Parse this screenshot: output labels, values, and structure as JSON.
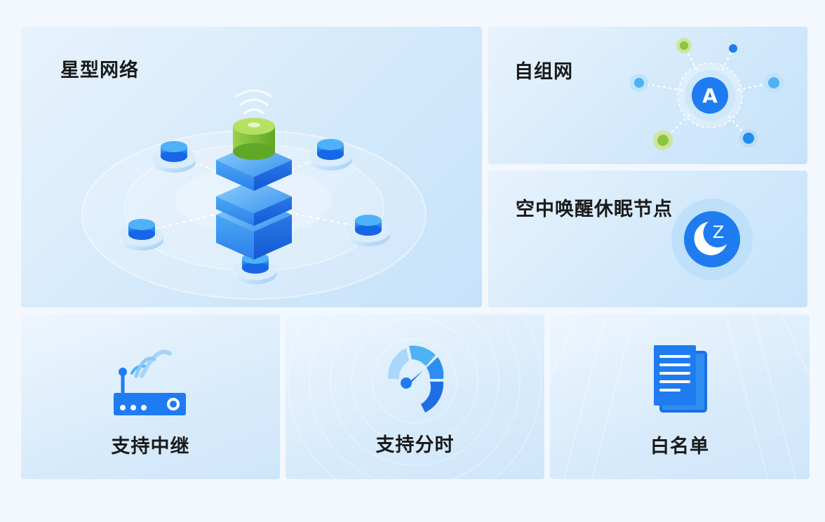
{
  "features": {
    "star_network": {
      "title": "星型网络",
      "icon": "star-topology-icon"
    },
    "self_mesh": {
      "title": "自组网",
      "center_badge": "A",
      "icon": "mesh-network-icon"
    },
    "wake_sleep": {
      "title": "空中唤醒休眠节点",
      "badge_letter": "Z",
      "icon": "moon-sleep-icon"
    },
    "relay": {
      "title": "支持中继",
      "icon": "wifi-router-icon"
    },
    "time_share": {
      "title": "支持分时",
      "icon": "speedometer-icon"
    },
    "whitelist": {
      "title": "白名单",
      "icon": "document-list-icon"
    }
  },
  "colors": {
    "accent_blue": "#1e7cf0",
    "light_blue": "#4fb2f5",
    "green": "#8cc63f",
    "card_bg": "#d3e9fb",
    "page_bg": "#f2f8fd"
  }
}
